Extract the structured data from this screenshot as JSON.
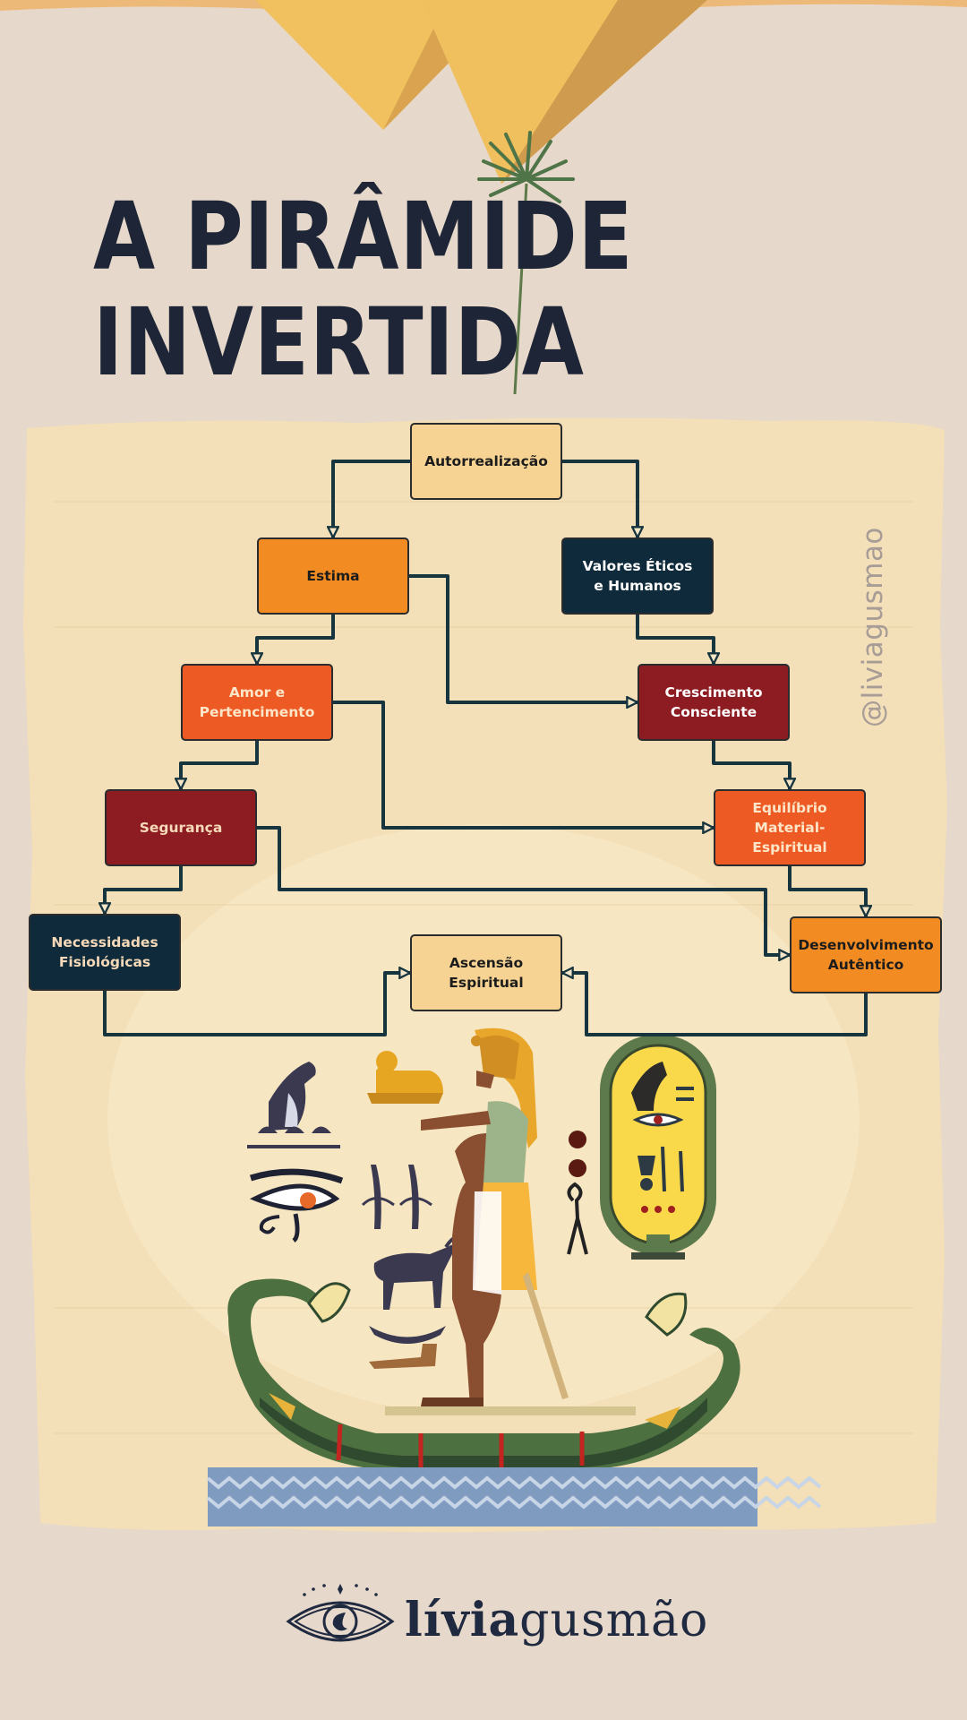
{
  "title": {
    "line1": "A PIRÂMIDE",
    "line2": "INVERTIDA"
  },
  "handle": "@liviagusmao",
  "brand": {
    "part1": "lívia",
    "part2": "gusmão"
  },
  "colors": {
    "background": "#e6d8ca",
    "navy": "#0f2a3a",
    "orange": "#f28c22",
    "red_orange": "#ee5a24",
    "dark_red": "#8c1c21",
    "sand": "#f6d393",
    "connector": "#17353e"
  },
  "nodes": [
    {
      "id": "autorrealizacao",
      "label": "Autorrealização",
      "color": "#f6d393",
      "text_color": "#1c1c1c"
    },
    {
      "id": "estima",
      "label": "Estima",
      "color": "#f28c22",
      "text_color": "#1c1c1c"
    },
    {
      "id": "valores",
      "label": "Valores Éticos\ne Humanos",
      "color": "#0f2a3a",
      "text_color": "#ffffff"
    },
    {
      "id": "amor",
      "label": "Amor e\nPertencimento",
      "color": "#ee5a24",
      "text_color": "#fde6c8"
    },
    {
      "id": "crescimento",
      "label": "Crescimento\nConsciente",
      "color": "#8c1c21",
      "text_color": "#ffffff"
    },
    {
      "id": "seguranca",
      "label": "Segurança",
      "color": "#8c1c21",
      "text_color": "#f6d9b8"
    },
    {
      "id": "equilibrio",
      "label": "Equilíbrio\nMaterial-\nEspiritual",
      "color": "#ee5a24",
      "text_color": "#fde6c8"
    },
    {
      "id": "necessidades",
      "label": "Necessidades\nFisiológicas",
      "color": "#0f2a3a",
      "text_color": "#f6d9b8"
    },
    {
      "id": "ascensao",
      "label": "Ascensão\nEspiritual",
      "color": "#f6d393",
      "text_color": "#1c1c1c"
    },
    {
      "id": "desenvolvimento",
      "label": "Desenvolvimento\nAutêntico",
      "color": "#f28c22",
      "text_color": "#1c1c1c"
    }
  ],
  "edges": [
    {
      "from": "autorrealizacao",
      "to": "estima"
    },
    {
      "from": "autorrealizacao",
      "to": "valores"
    },
    {
      "from": "estima",
      "to": "amor"
    },
    {
      "from": "estima",
      "to": "crescimento"
    },
    {
      "from": "valores",
      "to": "crescimento"
    },
    {
      "from": "amor",
      "to": "seguranca"
    },
    {
      "from": "amor",
      "to": "equilibrio"
    },
    {
      "from": "crescimento",
      "to": "equilibrio"
    },
    {
      "from": "seguranca",
      "to": "necessidades"
    },
    {
      "from": "seguranca",
      "to": "desenvolvimento"
    },
    {
      "from": "equilibrio",
      "to": "desenvolvimento"
    },
    {
      "from": "necessidades",
      "to": "ascensao"
    },
    {
      "from": "desenvolvimento",
      "to": "ascensao"
    }
  ]
}
